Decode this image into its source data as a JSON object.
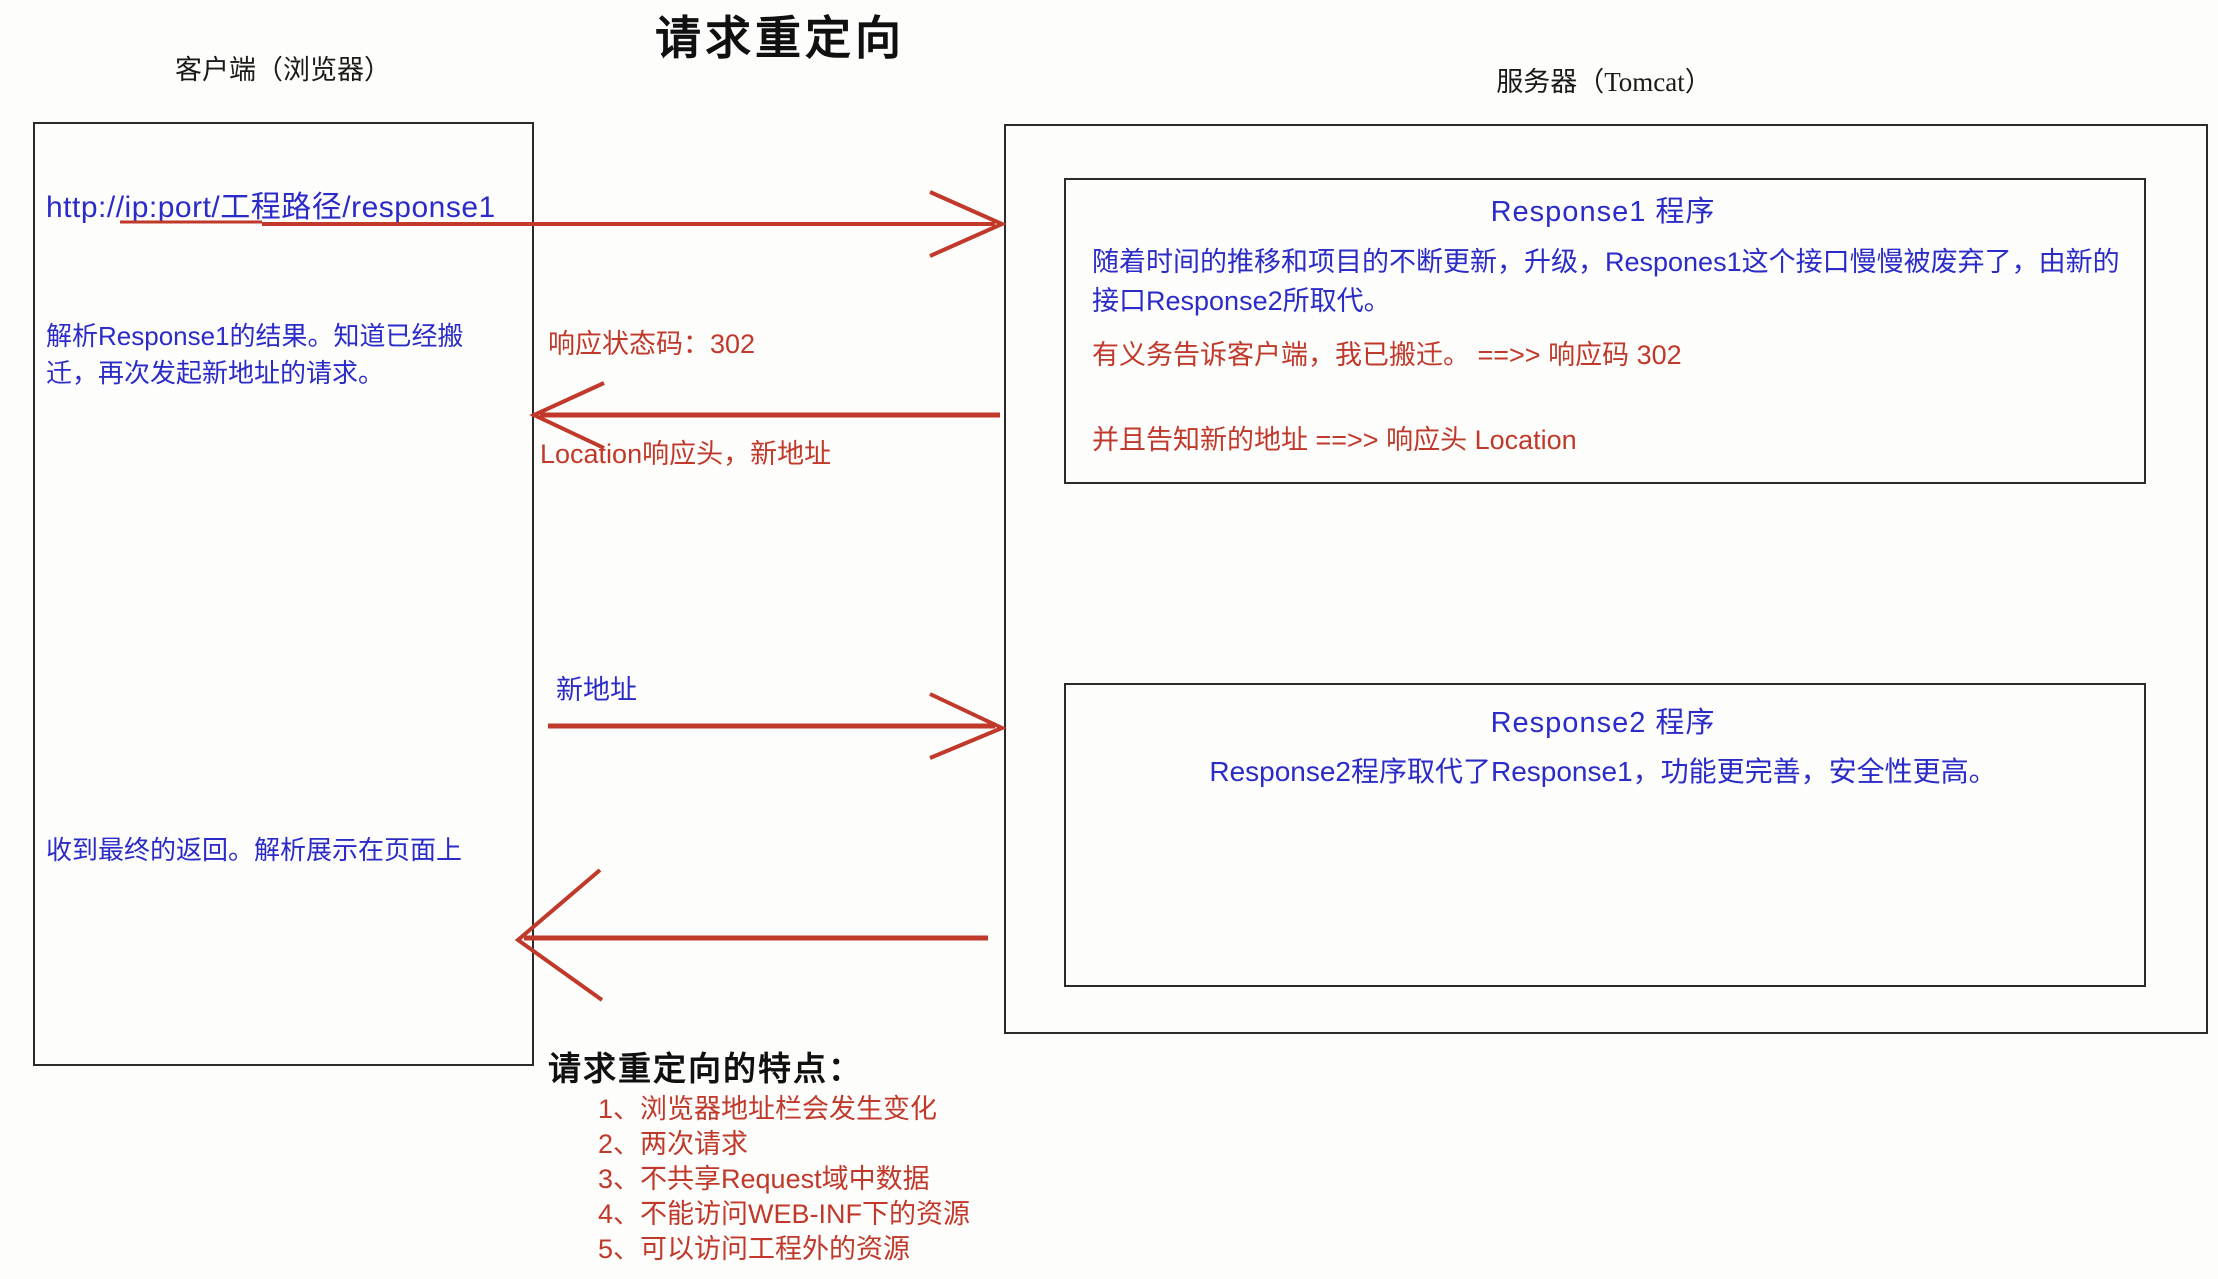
{
  "diagram": {
    "title": "请求重定向",
    "client_caption": "客户端（浏览器）",
    "server_caption": "服务器（Tomcat）"
  },
  "client": {
    "url": "http://ip:port/工程路径/response1",
    "note_parse_response1": "解析Response1的结果。知道已经搬迁，再次发起新地址的请求。",
    "note_final_return": "收到最终的返回。解析展示在页面上"
  },
  "arrows": {
    "request_label": "",
    "status_code_label": "响应状态码：302",
    "location_header_label": "Location响应头，新地址",
    "new_address_label": "新地址"
  },
  "server": {
    "response1": {
      "title": "Response1 程序",
      "description": "随着时间的推移和项目的不断更新，升级，Respones1这个接口慢慢被废弃了，由新的接口Response2所取代。",
      "red_note_1": "有义务告诉客户端，我已搬迁。 ==>> 响应码 302",
      "red_note_2": "并且告知新的地址   ==>> 响应头 Location"
    },
    "response2": {
      "title": "Response2 程序",
      "description": "Response2程序取代了Response1，功能更完善，安全性更高。"
    }
  },
  "features": {
    "heading": "请求重定向的特点：",
    "items": [
      "1、浏览器地址栏会发生变化",
      "2、两次请求",
      "3、不共享Request域中数据",
      "4、不能访问WEB-INF下的资源",
      "5、可以访问工程外的资源"
    ]
  },
  "colors": {
    "blue": "#2b2bc8",
    "red": "#c0392b",
    "black": "#2b2b2b"
  }
}
